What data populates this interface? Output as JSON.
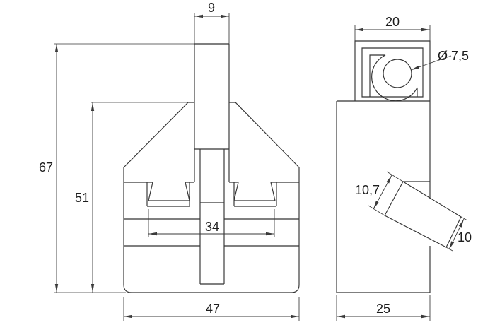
{
  "drawing": {
    "type": "technical-drawing",
    "background_color": "#ffffff",
    "line_color": "#333333",
    "views": {
      "front_view": {
        "dimensions": {
          "stem_width": "9",
          "overall_height": "67",
          "body_height": "51",
          "groove_span": "34",
          "base_width": "47"
        }
      },
      "side_view": {
        "dimensions": {
          "head_width": "20",
          "hole_diameter": "Ø 7,5",
          "tab_upper_end": "10,7",
          "tab_lower_end": "10",
          "base_depth": "25"
        }
      }
    }
  }
}
